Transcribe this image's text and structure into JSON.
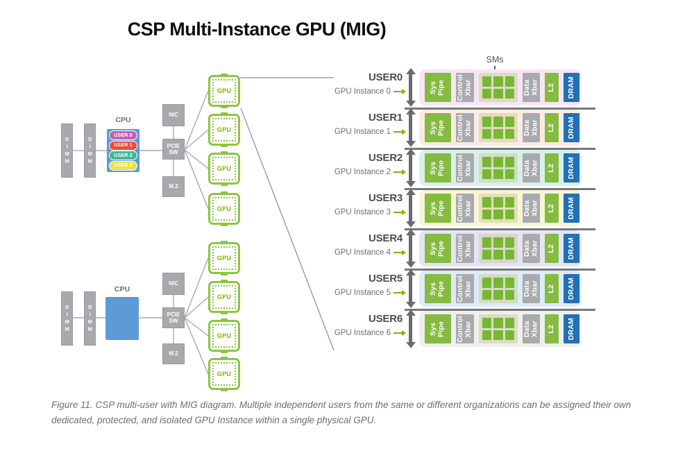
{
  "title": "CSP Multi-Instance GPU (MIG)",
  "caption": "Figure 11. CSP multi-user with MIG diagram. Multiple independent users from the same or different organizations can be assigned their own dedicated, protected, and isolated GPU Instance within a single physical GPU.",
  "sms_label": "SMs",
  "gpu_chip_label": "GPU",
  "servers": [
    {
      "dimm_label": "DIMM",
      "cpu_label": "CPU",
      "nic_label": "NIC",
      "pcie_label": "PCIE\nSW",
      "m2_label": "M.2",
      "users": [
        {
          "label": "USER 0",
          "color": "#bf63b4"
        },
        {
          "label": "USER 1",
          "color": "#e94f3b"
        },
        {
          "label": "USER 2",
          "color": "#45b794"
        },
        {
          "label": "USER 3",
          "color": "#eddf4e"
        }
      ]
    },
    {
      "dimm_label": "DIMM",
      "cpu_label": "CPU",
      "nic_label": "NIC",
      "pcie_label": "PCIE\nSW",
      "m2_label": "M.2",
      "users": []
    }
  ],
  "instance_boxes": {
    "sys_pipe": "Sys\nPipe",
    "control_xbar": "Control\nXbar",
    "data_xbar": "Data\nXbar",
    "l2": "L2",
    "dram": "DRAM"
  },
  "instances": [
    {
      "user": "USER0",
      "instance": "GPU Instance 0",
      "bg": "#f7e5f3"
    },
    {
      "user": "USER1",
      "instance": "GPU Instance 1",
      "bg": "#fcebe3"
    },
    {
      "user": "USER2",
      "instance": "GPU Instance 2",
      "bg": "#d9efeb"
    },
    {
      "user": "USER3",
      "instance": "GPU Instance 3",
      "bg": "#f8f5d6"
    },
    {
      "user": "USER4",
      "instance": "GPU Instance 4",
      "bg": "#e5e3f4"
    },
    {
      "user": "USER5",
      "instance": "GPU Instance 5",
      "bg": "#ddeaf7"
    },
    {
      "user": "USER6",
      "instance": "GPU Instance 6",
      "bg": "#efefed"
    }
  ],
  "colors": {
    "nvidia_green": "#76b900",
    "box_green": "#85bb41",
    "sm_square_green": "#78b734",
    "box_gray": "#a8aaad",
    "dram_blue": "#2270b5",
    "cpu_blue": "#5c9bd6",
    "chip_green": "#8bc63f",
    "separator_gray": "#76777a",
    "arrow_gray": "#6a6b6e",
    "line_gray": "#a7a9ac"
  }
}
